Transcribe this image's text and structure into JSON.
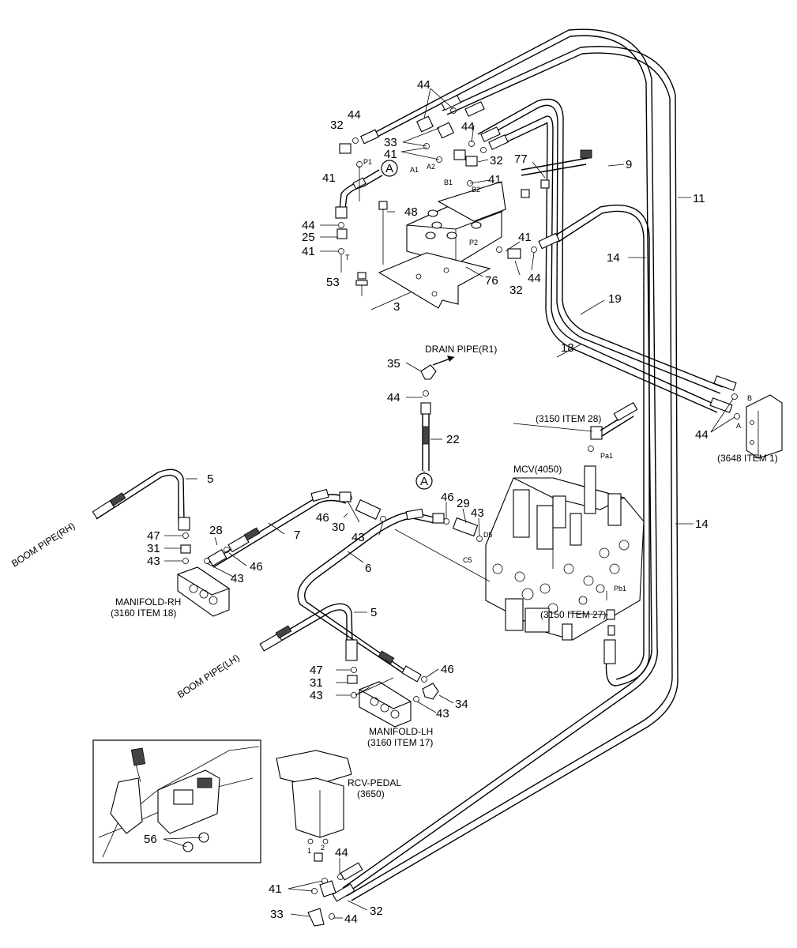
{
  "callouts": {
    "c44_top": "44",
    "c44_b": "44",
    "c44_c": "44",
    "c44_d": "44",
    "c44_e": "44",
    "c44_f": "44",
    "c44_g": "44",
    "c44_h": "44",
    "c44_i": "44",
    "c32_a": "32",
    "c32_b": "32",
    "c32_c": "32",
    "c32_d": "32",
    "c33_a": "33",
    "c33_b": "33",
    "c41_a": "41",
    "c41_b": "41",
    "c41_c": "41",
    "c41_d": "41",
    "c41_e": "41",
    "c41_f": "41",
    "c77": "77",
    "c9": "9",
    "c11": "11",
    "c48": "48",
    "c25": "25",
    "c53": "53",
    "c76": "76",
    "c3": "3",
    "c14_a": "14",
    "c14_b": "14",
    "c19": "19",
    "c18": "18",
    "c35": "35",
    "c22": "22",
    "c5_a": "5",
    "c5_b": "5",
    "c46_a": "46",
    "c46_b": "46",
    "c46_c": "46",
    "c29": "29",
    "c30": "30",
    "c43_a": "43",
    "c43_b": "43",
    "c43_c": "43",
    "c43_d": "43",
    "c43_e": "43",
    "c28": "28",
    "c7": "7",
    "c6": "6",
    "c47_a": "47",
    "c47_b": "47",
    "c31_a": "31",
    "c31_b": "31",
    "c34": "34",
    "c56": "56"
  },
  "ports": {
    "p1": "P1",
    "t": "T",
    "a1": "A1",
    "a2": "A2",
    "b1": "B1",
    "b2": "B2",
    "p2": "P2",
    "pa1": "Pa1",
    "pb1": "Pb1",
    "d5": "D5",
    "c5": "C5",
    "b": "B",
    "a": "A",
    "one": "1",
    "two": "2"
  },
  "markers": {
    "a_top": "A",
    "a_mid": "A"
  },
  "labels": {
    "drain_pipe": "DRAIN PIPE(R1)",
    "item_3150_28": "(3150 ITEM 28)",
    "item_3150_27": "(3150 ITEM 27)",
    "mcv": "MCV(4050)",
    "item_3648_1": "(3648 ITEM 1)",
    "boom_pipe_rh": "BOOM PIPE(RH)",
    "boom_pipe_lh": "BOOM PIPE(LH)",
    "manifold_rh": "MANIFOLD-RH",
    "manifold_rh_item": "(3160 ITEM 18)",
    "manifold_lh": "MANIFOLD-LH",
    "manifold_lh_item": "(3160 ITEM 17)",
    "rcv_pedal": "RCV-PEDAL",
    "rcv_pedal_item": "(3650)"
  }
}
